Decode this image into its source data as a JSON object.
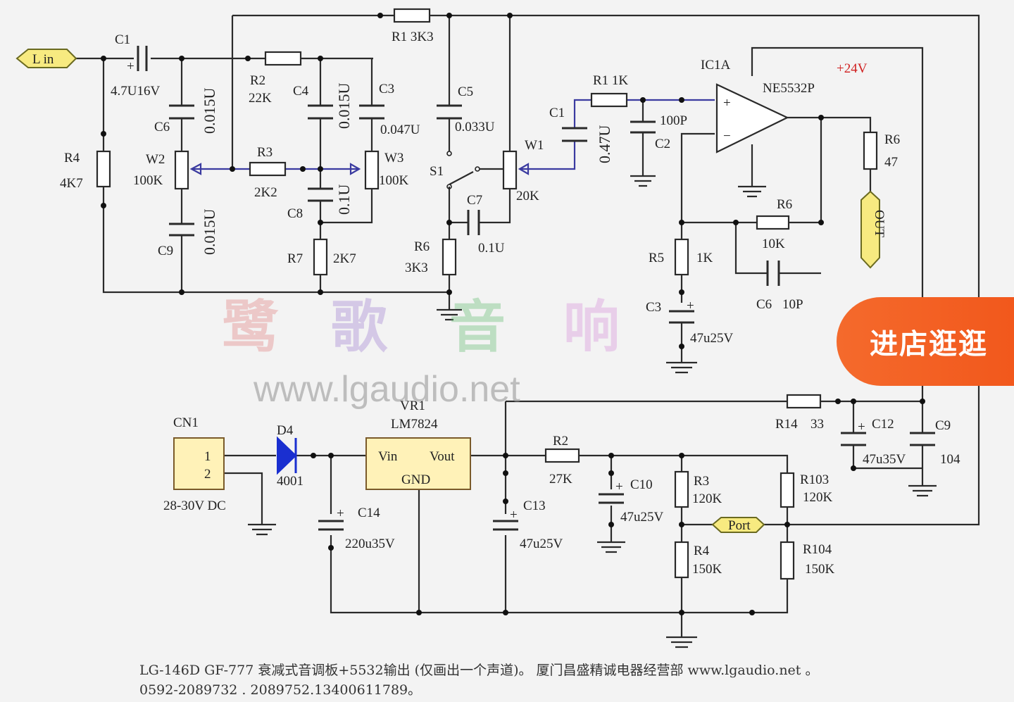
{
  "schematic": {
    "input_tag": "L in",
    "output_tag": "OUT",
    "port_tag": "Port",
    "supply_label": "+24V",
    "ic": {
      "ref": "IC1A",
      "part": "NE5532P"
    },
    "upper_labels": {
      "c1_in_ref": "C1",
      "c1_in_val": "4.7U16V",
      "r4_ref": "R4",
      "r4_val": "4K7",
      "c6_ref": "C6",
      "c6_val": "0.015U",
      "w2_ref": "W2",
      "w2_val": "100K",
      "c9_ref": "C9",
      "c9_val": "0.015U",
      "r2_ref": "R2",
      "r2_val": "22K",
      "r3_ref": "R3",
      "r3_val": "2K2",
      "c4_ref": "C4",
      "c4_val": "0.015U",
      "c8_ref": "C8",
      "c8_val": "0.1U",
      "c3_ref": "C3",
      "c3_val": "0.047U",
      "w3_ref": "W3",
      "w3_val": "100K",
      "r7_ref": "R7",
      "r7_val": "2K7",
      "r1_ref": "R1 3K3",
      "c5_ref": "C5",
      "c5_val": "0.033U",
      "s1_ref": "S1",
      "c7_ref": "C7",
      "c7_val": "0.1U",
      "r6_ref": "R6",
      "r6_val": "3K3",
      "w1_ref": "W1",
      "w1_val": "20K",
      "c1_ref": "C1",
      "c1_val": "0.47U",
      "r1b_ref": "R1 1K",
      "c2_ref": "C2",
      "c2_val": "100P",
      "r5_ref": "R5",
      "r5_val": "1K",
      "c3b_ref": "C3",
      "c3b_val": "47u25V",
      "r6b_ref": "R6",
      "r6b_val": "10K",
      "c6b_ref": "C6",
      "c6b_val": "10P",
      "r6c_ref": "R6",
      "r6c_val": "47"
    },
    "lower_labels": {
      "cn1_ref": "CN1",
      "cn1_pin1": "1",
      "cn1_pin2": "2",
      "cn1_val": "28-30V DC",
      "d4_ref": "D4",
      "d4_val": "4001",
      "vr1_ref": "VR1",
      "vr1_val": "LM7824",
      "vin": "Vin",
      "vout": "Vout",
      "gnd": "GND",
      "c14_ref": "C14",
      "c14_val": "220u35V",
      "c13_ref": "C13",
      "c13_val": "47u25V",
      "r2_ref": "R2",
      "r2_val": "27K",
      "c10_ref": "C10",
      "c10_val": "47u25V",
      "r3_ref": "R3",
      "r3_val": "120K",
      "r4_ref": "R4",
      "r4_val": "150K",
      "r14_ref": "R14",
      "r14_val": "33",
      "c12_ref": "C12",
      "c12_val": "47u35V",
      "c9_ref": "C9",
      "c9_val": "104",
      "r103_ref": "R103",
      "r103_val": "120K",
      "r104_ref": "R104",
      "r104_val": "150K"
    },
    "watermark": {
      "chars": [
        "鹭",
        "歌",
        "音",
        "响"
      ],
      "url": "www.lgaudio.net",
      "colors": [
        "#e07a7a",
        "#9b7ad0",
        "#5ab86a",
        "#d48ad8"
      ]
    }
  },
  "overlay_button": {
    "label": "进店逛逛",
    "color": "#f45a20"
  },
  "caption": {
    "line1": "LG-146D   GF-777 衰减式音调板+5532输出 (仅画出一个声道)。  厦门昌盛精诚电器经营部   www.lgaudio.net 。",
    "line2": "0592-2089732 . 2089752.13400611789。"
  }
}
